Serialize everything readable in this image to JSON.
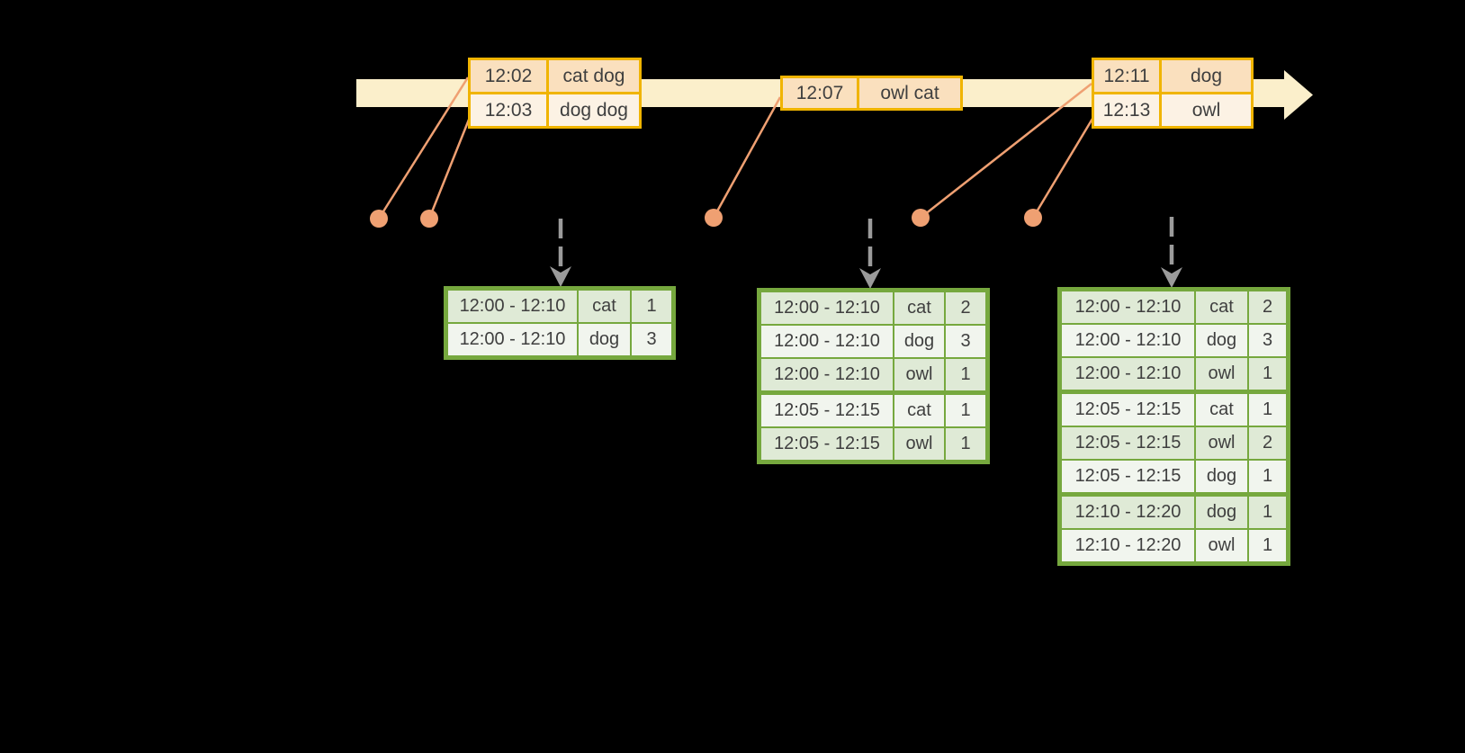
{
  "colors": {
    "background": "#000000",
    "axis_fill": "#FBEFCB",
    "event_table_border": "#F0B400",
    "event_row_peach": "#FAE0BE",
    "event_row_cream": "#FCF2E4",
    "connector_orange": "#EFA072",
    "result_table_border": "#76A83E",
    "result_row_dark": "#DFEAD6",
    "result_row_light": "#F1F5EE",
    "trigger_arrow_gray": "#9B9B9B",
    "text": "#3F3F3F"
  },
  "event_tables": [
    {
      "rows": [
        {
          "time": "12:02",
          "words": "cat dog"
        },
        {
          "time": "12:03",
          "words": "dog dog"
        }
      ]
    },
    {
      "rows": [
        {
          "time": "12:07",
          "words": "owl cat"
        }
      ]
    },
    {
      "rows": [
        {
          "time": "12:11",
          "words": "dog"
        },
        {
          "time": "12:13",
          "words": "owl"
        }
      ]
    }
  ],
  "result_tables": [
    {
      "rows": [
        {
          "window": "12:00 - 12:10",
          "word": "cat",
          "count": "1"
        },
        {
          "window": "12:00 - 12:10",
          "word": "dog",
          "count": "3"
        }
      ]
    },
    {
      "rows": [
        {
          "window": "12:00 - 12:10",
          "word": "cat",
          "count": "2"
        },
        {
          "window": "12:00 - 12:10",
          "word": "dog",
          "count": "3"
        },
        {
          "window": "12:00 - 12:10",
          "word": "owl",
          "count": "1"
        },
        {
          "window": "12:05 - 12:15",
          "word": "cat",
          "count": "1"
        },
        {
          "window": "12:05 - 12:15",
          "word": "owl",
          "count": "1"
        }
      ]
    },
    {
      "rows": [
        {
          "window": "12:00 - 12:10",
          "word": "cat",
          "count": "2"
        },
        {
          "window": "12:00 - 12:10",
          "word": "dog",
          "count": "3"
        },
        {
          "window": "12:00 - 12:10",
          "word": "owl",
          "count": "1"
        },
        {
          "window": "12:05 - 12:15",
          "word": "cat",
          "count": "1"
        },
        {
          "window": "12:05 - 12:15",
          "word": "owl",
          "count": "2"
        },
        {
          "window": "12:05 - 12:15",
          "word": "dog",
          "count": "1"
        },
        {
          "window": "12:10 - 12:20",
          "word": "dog",
          "count": "1"
        },
        {
          "window": "12:10 - 12:20",
          "word": "owl",
          "count": "1"
        }
      ]
    }
  ]
}
